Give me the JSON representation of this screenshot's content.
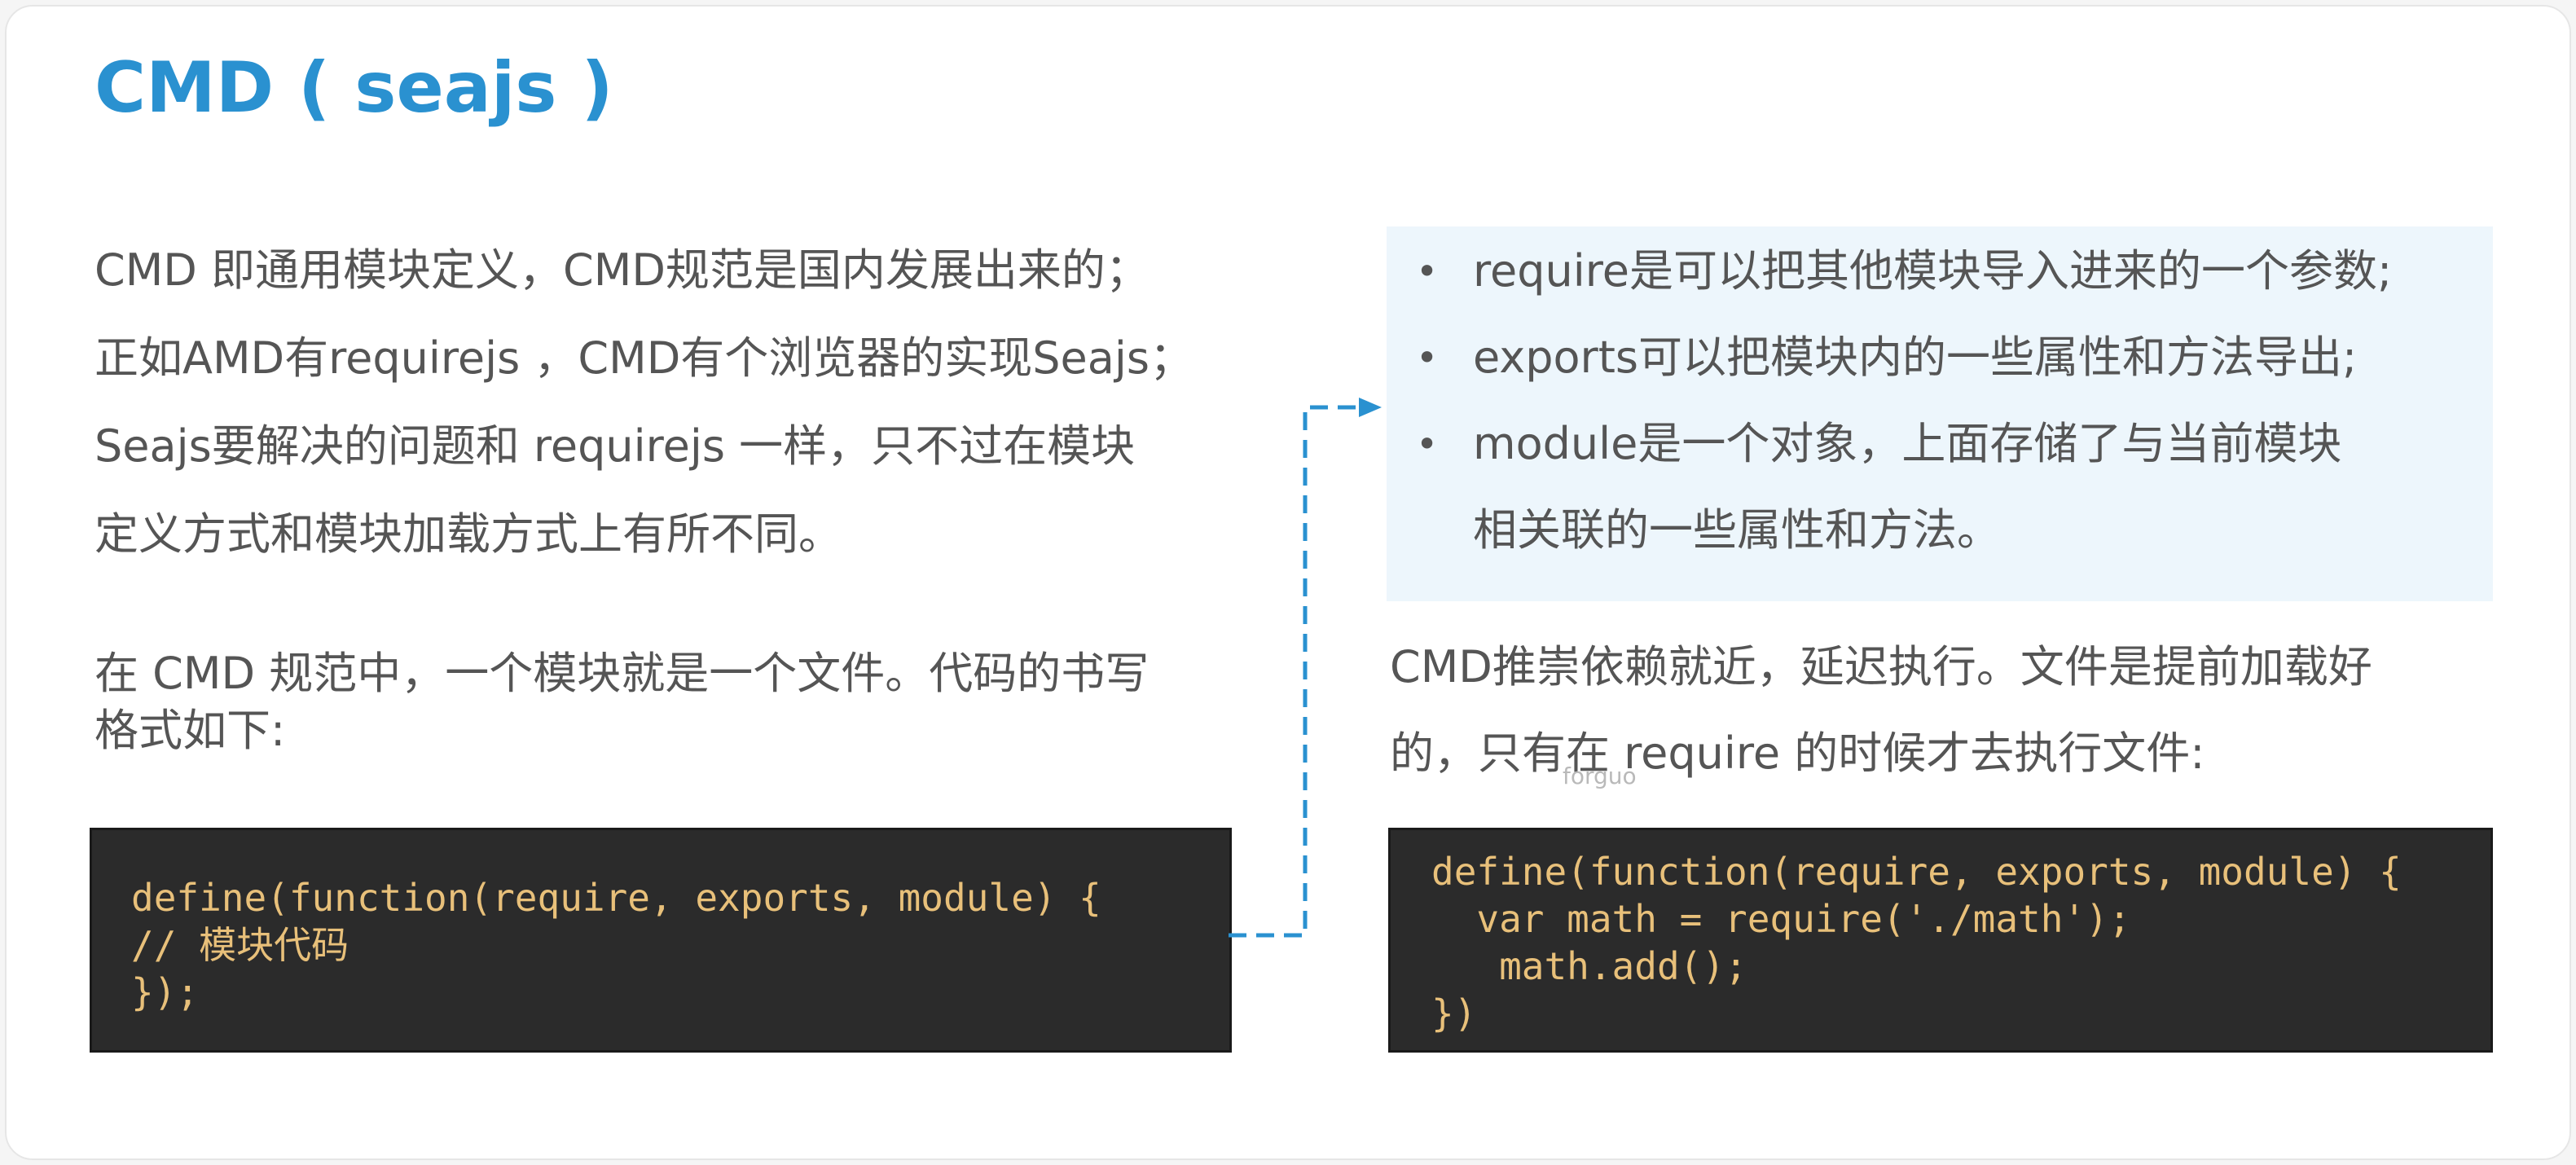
{
  "title": "CMD ( seajs )",
  "intro": {
    "lines": [
      "CMD  即通用模块定义，CMD规范是国内发展出来的；",
      "正如AMD有requirejs  ，CMD有个浏览器的实现Seajs；",
      "Seajs要解决的问题和  requirejs  一样，只不过在模块",
      "定义方式和模块加载方式上有所不同。"
    ]
  },
  "file_intro": {
    "lines": [
      "在  CMD  规范中，一个模块就是一个文件。代码的书写",
      "格式如下:"
    ]
  },
  "code_left": {
    "lines": [
      "define(function(require, exports, module) {",
      "// 模块代码",
      "});"
    ]
  },
  "info_bullets": {
    "bullet_glyph": "•",
    "items": [
      {
        "lines": [
          "require是可以把其他模块导入进来的一个参数;"
        ]
      },
      {
        "lines": [
          "exports可以把模块内的一些属性和方法导出;"
        ]
      },
      {
        "lines": [
          " module是一个对象，上面存储了与当前模块",
          "相关联的一些属性和方法。"
        ]
      }
    ]
  },
  "cmd_preference": {
    "lines": [
      "CMD推崇依赖就近，延迟执行。文件是提前加载好",
      "的，只有在 require 的时候才去执行文件:"
    ]
  },
  "code_right": {
    "lines": [
      "define(function(require, exports, module) {",
      "  var math = require('./math');",
      "   math.add();",
      "})"
    ]
  },
  "watermark": "forguo",
  "colors": {
    "title": "#2a91d0",
    "body_text": "#555555",
    "info_box_bg": "#edf6fc",
    "code_bg": "#2b2b2b",
    "code_text": "#e8c07a",
    "connector": "#2a91d0"
  },
  "icons": {
    "connector_arrow": "dashed-arrow-right"
  }
}
